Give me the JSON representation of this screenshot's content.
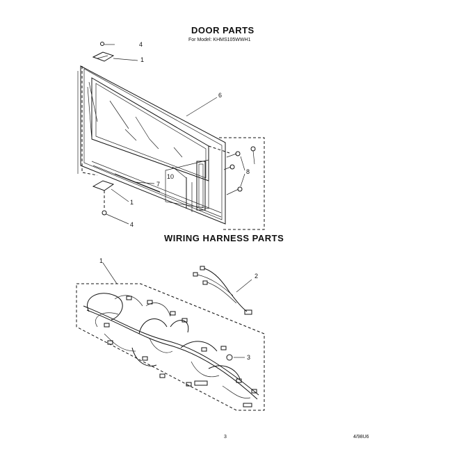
{
  "door_section": {
    "title": "DOOR PARTS",
    "model_line": "For Model: KHMS105WWH1",
    "callouts": [
      "4",
      "1",
      "6",
      "8",
      "10",
      "7",
      "1",
      "4"
    ]
  },
  "wiring_section": {
    "title": "WIRING HARNESS PARTS",
    "callouts": [
      "1",
      "2",
      "3"
    ]
  },
  "footer": {
    "page_number": "3",
    "doc_code": "4/98U6"
  }
}
